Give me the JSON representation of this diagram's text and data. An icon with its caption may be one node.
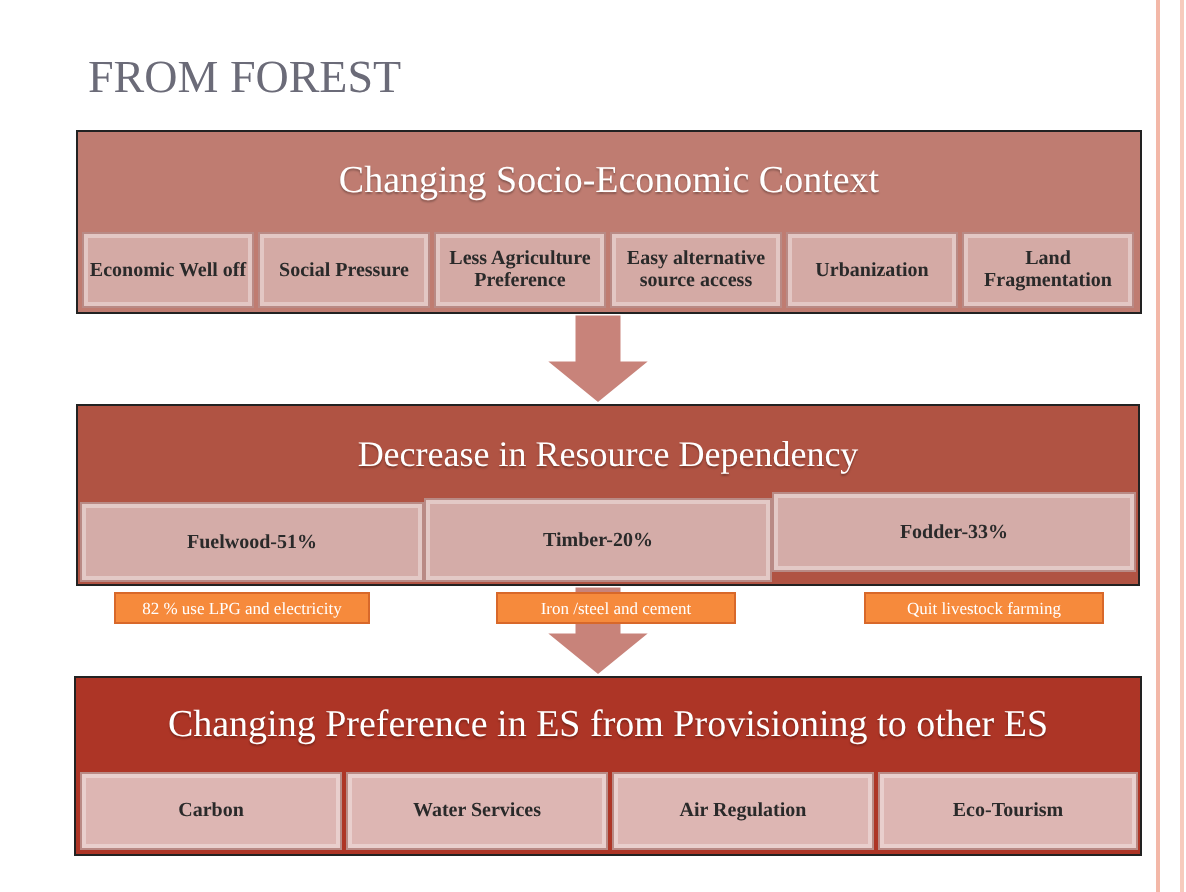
{
  "diagram": {
    "title": "FROM FOREST",
    "nodes": [
      {
        "text": [
          "Changing Socio-Economic Context"
        ]
      },
      {
        "text": [
          "Economic Well off"
        ],
        "in": 0
      },
      {
        "text": [
          "Social Pressure"
        ],
        "in": 0
      },
      {
        "text": [
          "Less Agriculture Preference"
        ],
        "in": 0
      },
      {
        "text": [
          "Easy alternative source access"
        ],
        "in": 0
      },
      {
        "text": [
          "Urbanization"
        ],
        "in": 0
      },
      {
        "text": [
          "Land Fragmentation"
        ],
        "in": 0
      },
      {
        "text": [
          "Decrease in Resource Dependency"
        ]
      },
      {
        "text": [
          "Fuelwood-51%"
        ],
        "in": 7
      },
      {
        "text": [
          "Timber-20%"
        ],
        "in": 7
      },
      {
        "text": [
          "Fodder-33%"
        ],
        "in": 7
      },
      {
        "text": [
          "82 % use LPG and electricity"
        ]
      },
      {
        "text": [
          "Iron /steel and cement"
        ]
      },
      {
        "text": [
          "Quit livestock farming"
        ]
      },
      {
        "text": [
          "Changing Preference in ES from Provisioning to other ES"
        ]
      },
      {
        "text": [
          "Carbon"
        ],
        "in": 14
      },
      {
        "text": [
          "Water Services"
        ],
        "in": 14
      },
      {
        "text": [
          "Air Regulation"
        ],
        "in": 14
      },
      {
        "text": [
          "Eco-Tourism"
        ],
        "in": 14
      }
    ],
    "edges": [
      {
        "from": 0,
        "to": 7,
        "arrow": "to",
        "style": "thick"
      },
      {
        "from": 7,
        "to": 14,
        "arrow": "to",
        "style": "thick"
      }
    ]
  }
}
